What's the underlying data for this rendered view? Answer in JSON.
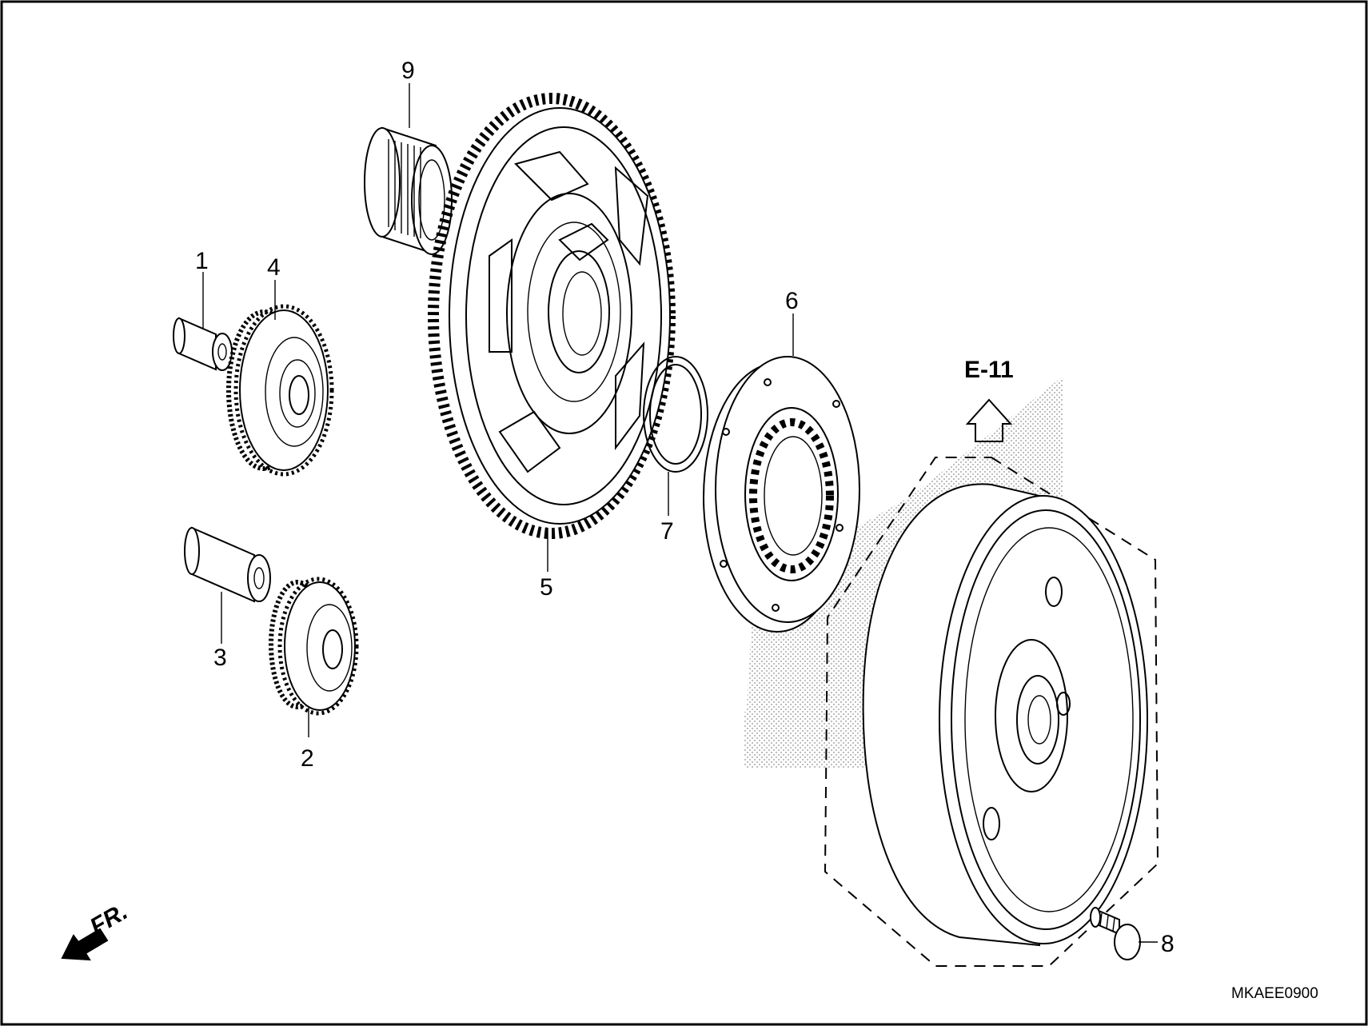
{
  "diagram": {
    "callouts": [
      "1",
      "2",
      "3",
      "4",
      "5",
      "6",
      "7",
      "8",
      "9"
    ],
    "section_ref": "E-11",
    "front_marker": "FR.",
    "diagram_code": "MKAEE0900"
  }
}
